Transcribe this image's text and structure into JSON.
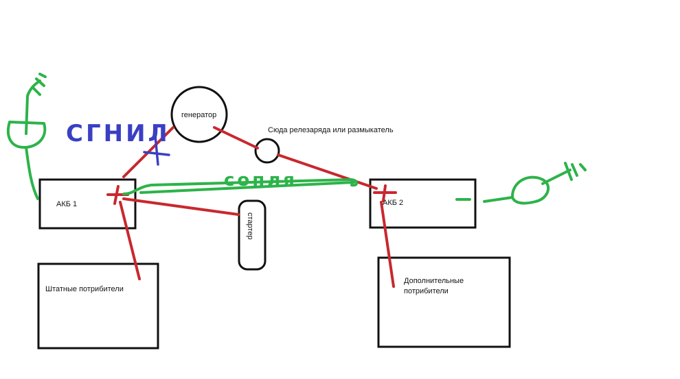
{
  "colors": {
    "black": "#111111",
    "red": "#c8282e",
    "green": "#2db34a",
    "blue": "#3a3fc4"
  },
  "labels": {
    "generator": "генератор",
    "relay": "Сюда релезаряда или размыкатель",
    "akb1": "АКБ 1",
    "akb2": "АКБ 2",
    "starter": "стартер",
    "standard_consumers": "Штатные потрибители",
    "additional_consumers_line1": "Дополнительные",
    "additional_consumers_line2": "потрибители",
    "rotted_note": "СГНИЛ",
    "snot_note": "сопля",
    "plus_mark": "+",
    "minus_mark": "-"
  }
}
